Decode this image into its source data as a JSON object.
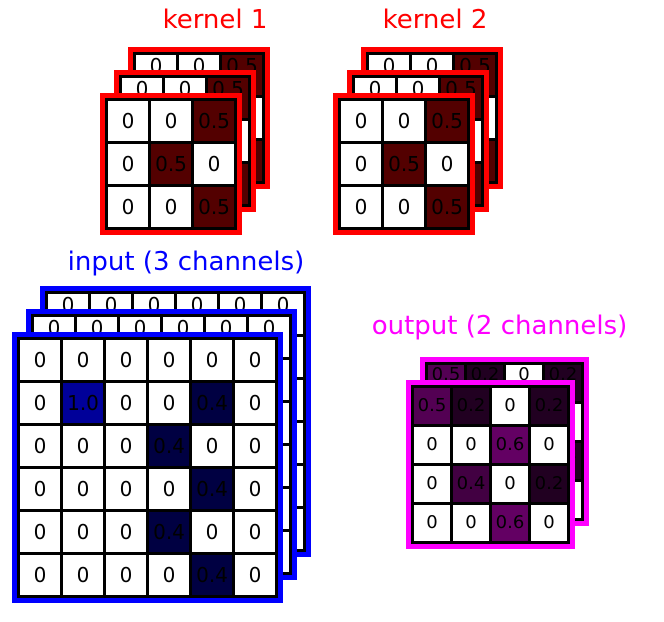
{
  "colors": {
    "kernel": "#ff0000",
    "input": "#0000ff",
    "output": "#ff00ff",
    "grid_line": "#000000",
    "cell_bg": "#ffffff"
  },
  "kernel1": {
    "title": "kernel 1",
    "channels": 3,
    "color": "kernel",
    "grid": [
      [
        "0",
        "0",
        "0.5"
      ],
      [
        "0",
        "0.5",
        "0"
      ],
      [
        "0",
        "0",
        "0.5"
      ]
    ]
  },
  "kernel2": {
    "title": "kernel 2",
    "channels": 3,
    "color": "kernel",
    "grid": [
      [
        "0",
        "0",
        "0.5"
      ],
      [
        "0",
        "0.5",
        "0"
      ],
      [
        "0",
        "0",
        "0.5"
      ]
    ]
  },
  "input": {
    "title": "input (3 channels)",
    "channels": 3,
    "color": "input",
    "grid": [
      [
        "0",
        "0",
        "0",
        "0",
        "0",
        "0"
      ],
      [
        "0",
        "1.0",
        "0",
        "0",
        "0.4",
        "0"
      ],
      [
        "0",
        "0",
        "0",
        "0.4",
        "0",
        "0"
      ],
      [
        "0",
        "0",
        "0",
        "0",
        "0.4",
        "0"
      ],
      [
        "0",
        "0",
        "0",
        "0.4",
        "0",
        "0"
      ],
      [
        "0",
        "0",
        "0",
        "0",
        "0.4",
        "0"
      ]
    ]
  },
  "output": {
    "title": "output (2 channels)",
    "channels": 2,
    "color": "output",
    "grid": [
      [
        "0.5",
        "0.2",
        "0",
        "0.2"
      ],
      [
        "0",
        "0",
        "0.6",
        "0"
      ],
      [
        "0",
        "0.4",
        "0",
        "0.2"
      ],
      [
        "0",
        "0",
        "0.6",
        "0"
      ]
    ]
  }
}
